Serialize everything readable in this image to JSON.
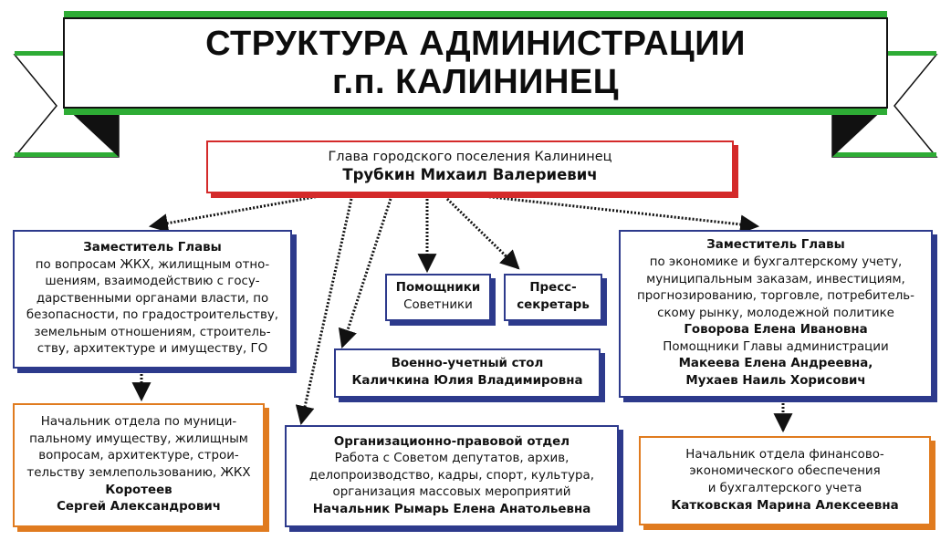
{
  "title": {
    "line1": "СТРУКТУРА АДМИНИСТРАЦИИ",
    "line2": "г.п. КАЛИНИНЕЦ"
  },
  "head": {
    "position": "Глава городского поселения Калининец",
    "name": "Трубкин Михаил Валериевич"
  },
  "deputy_left": {
    "title": "Заместитель Главы",
    "lines": [
      "по вопросам ЖКХ, жилищным отно-",
      "шениям, взаимодействию с госу-",
      "дарственными органами власти, по",
      "безопасности, по градостроительству,",
      "земельным отношениям, строитель-",
      "ству, архитектуре и имуществу, ГО"
    ]
  },
  "assistants": {
    "line1": "Помощники",
    "line2": "Советники"
  },
  "press": {
    "line1": "Пресс-",
    "line2": "секретарь"
  },
  "military": {
    "title": "Военно-учетный стол",
    "name": "Каличкина Юлия Владимировна"
  },
  "deputy_right": {
    "title": "Заместитель Главы",
    "lines": [
      "по экономике и бухгалтерскому учету,",
      "муниципальным заказам, инвестициям,",
      "прогнозированию, торговле, потребитель-",
      "скому рынку, молодежной политике"
    ],
    "name": "Говорова Елена Ивановна",
    "helpers_label": "Помощники Главы администрации",
    "helper1": "Макеева Елена Андреевна,",
    "helper2": "Мухаев Наиль Хорисович"
  },
  "dept_left": {
    "lines": [
      "Начальник отдела по муници-",
      "пальному имуществу, жилищным",
      "вопросам, архитектуре, строи-",
      "тельству землепользованию, ЖКХ"
    ],
    "name1": "Коротеев",
    "name2": "Сергей Александрович"
  },
  "org_dept": {
    "title": "Организационно-правовой отдел",
    "lines": [
      "Работа с Советом депутатов, архив,",
      "делопроизводство, кадры, спорт, культура,",
      "организация массовых мероприятий"
    ],
    "head": "Начальник Рымарь Елена Анатольевна"
  },
  "dept_right": {
    "lines": [
      "Начальник отдела финансово-",
      "экономического обеспечения",
      "и бухгалтерского учета"
    ],
    "name": "Катковская Марина Алексеевна"
  },
  "colors": {
    "green": "#2eac35",
    "navy": "#2d3a8c",
    "red": "#d42a2a",
    "orange": "#e07b1f"
  }
}
